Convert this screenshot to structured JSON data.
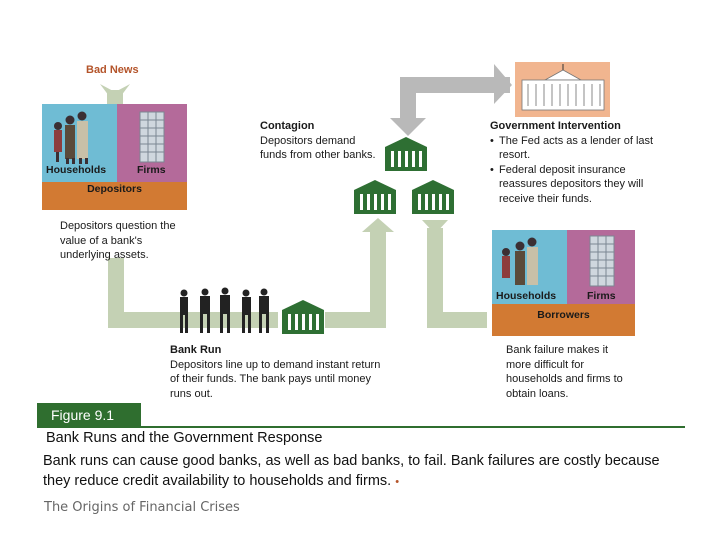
{
  "bad_news": "Bad News",
  "depositors_panel": {
    "households_label": "Households",
    "firms_label": "Firms",
    "bar_label": "Depositors",
    "caption": "Depositors question the value of a bank's underlying assets."
  },
  "contagion": {
    "title": "Contagion",
    "text": "Depositors demand funds from other banks."
  },
  "government": {
    "title": "Government Intervention",
    "bullets": [
      "The Fed acts as a lender of last resort.",
      "Federal deposit insurance reassures depositors they will receive their funds."
    ]
  },
  "borrowers_panel": {
    "households_label": "Households",
    "firms_label": "Firms",
    "bar_label": "Borrowers",
    "caption": "Bank failure makes it more difficult for households and firms to obtain loans."
  },
  "bank_run": {
    "title": "Bank Run",
    "text": "Depositors line up to demand instant return of their funds. The bank pays until money runs out."
  },
  "figure": {
    "number": "Figure 9.1",
    "title": "Bank Runs and the Government Response",
    "body": "Bank runs can cause good banks, as well as bad banks, to fail. Bank failures are costly because they reduce credit availability to households and firms.",
    "bullet_mark": "•"
  },
  "footer": "The Origins of Financial Crises",
  "colors": {
    "arrow": "#c4d1b4",
    "arrow_gray": "#b9b9b9",
    "bank_green": "#2e6f33",
    "households_bg": "#6fbcd4",
    "firms_bg": "#b46a9a",
    "orange": "#d27a33",
    "gov_bg": "#f1b58f",
    "caption_rule": "#2f6e2f"
  },
  "icons": [
    "bank-icon",
    "government-building-icon",
    "people-icon",
    "skyscraper-icon"
  ]
}
